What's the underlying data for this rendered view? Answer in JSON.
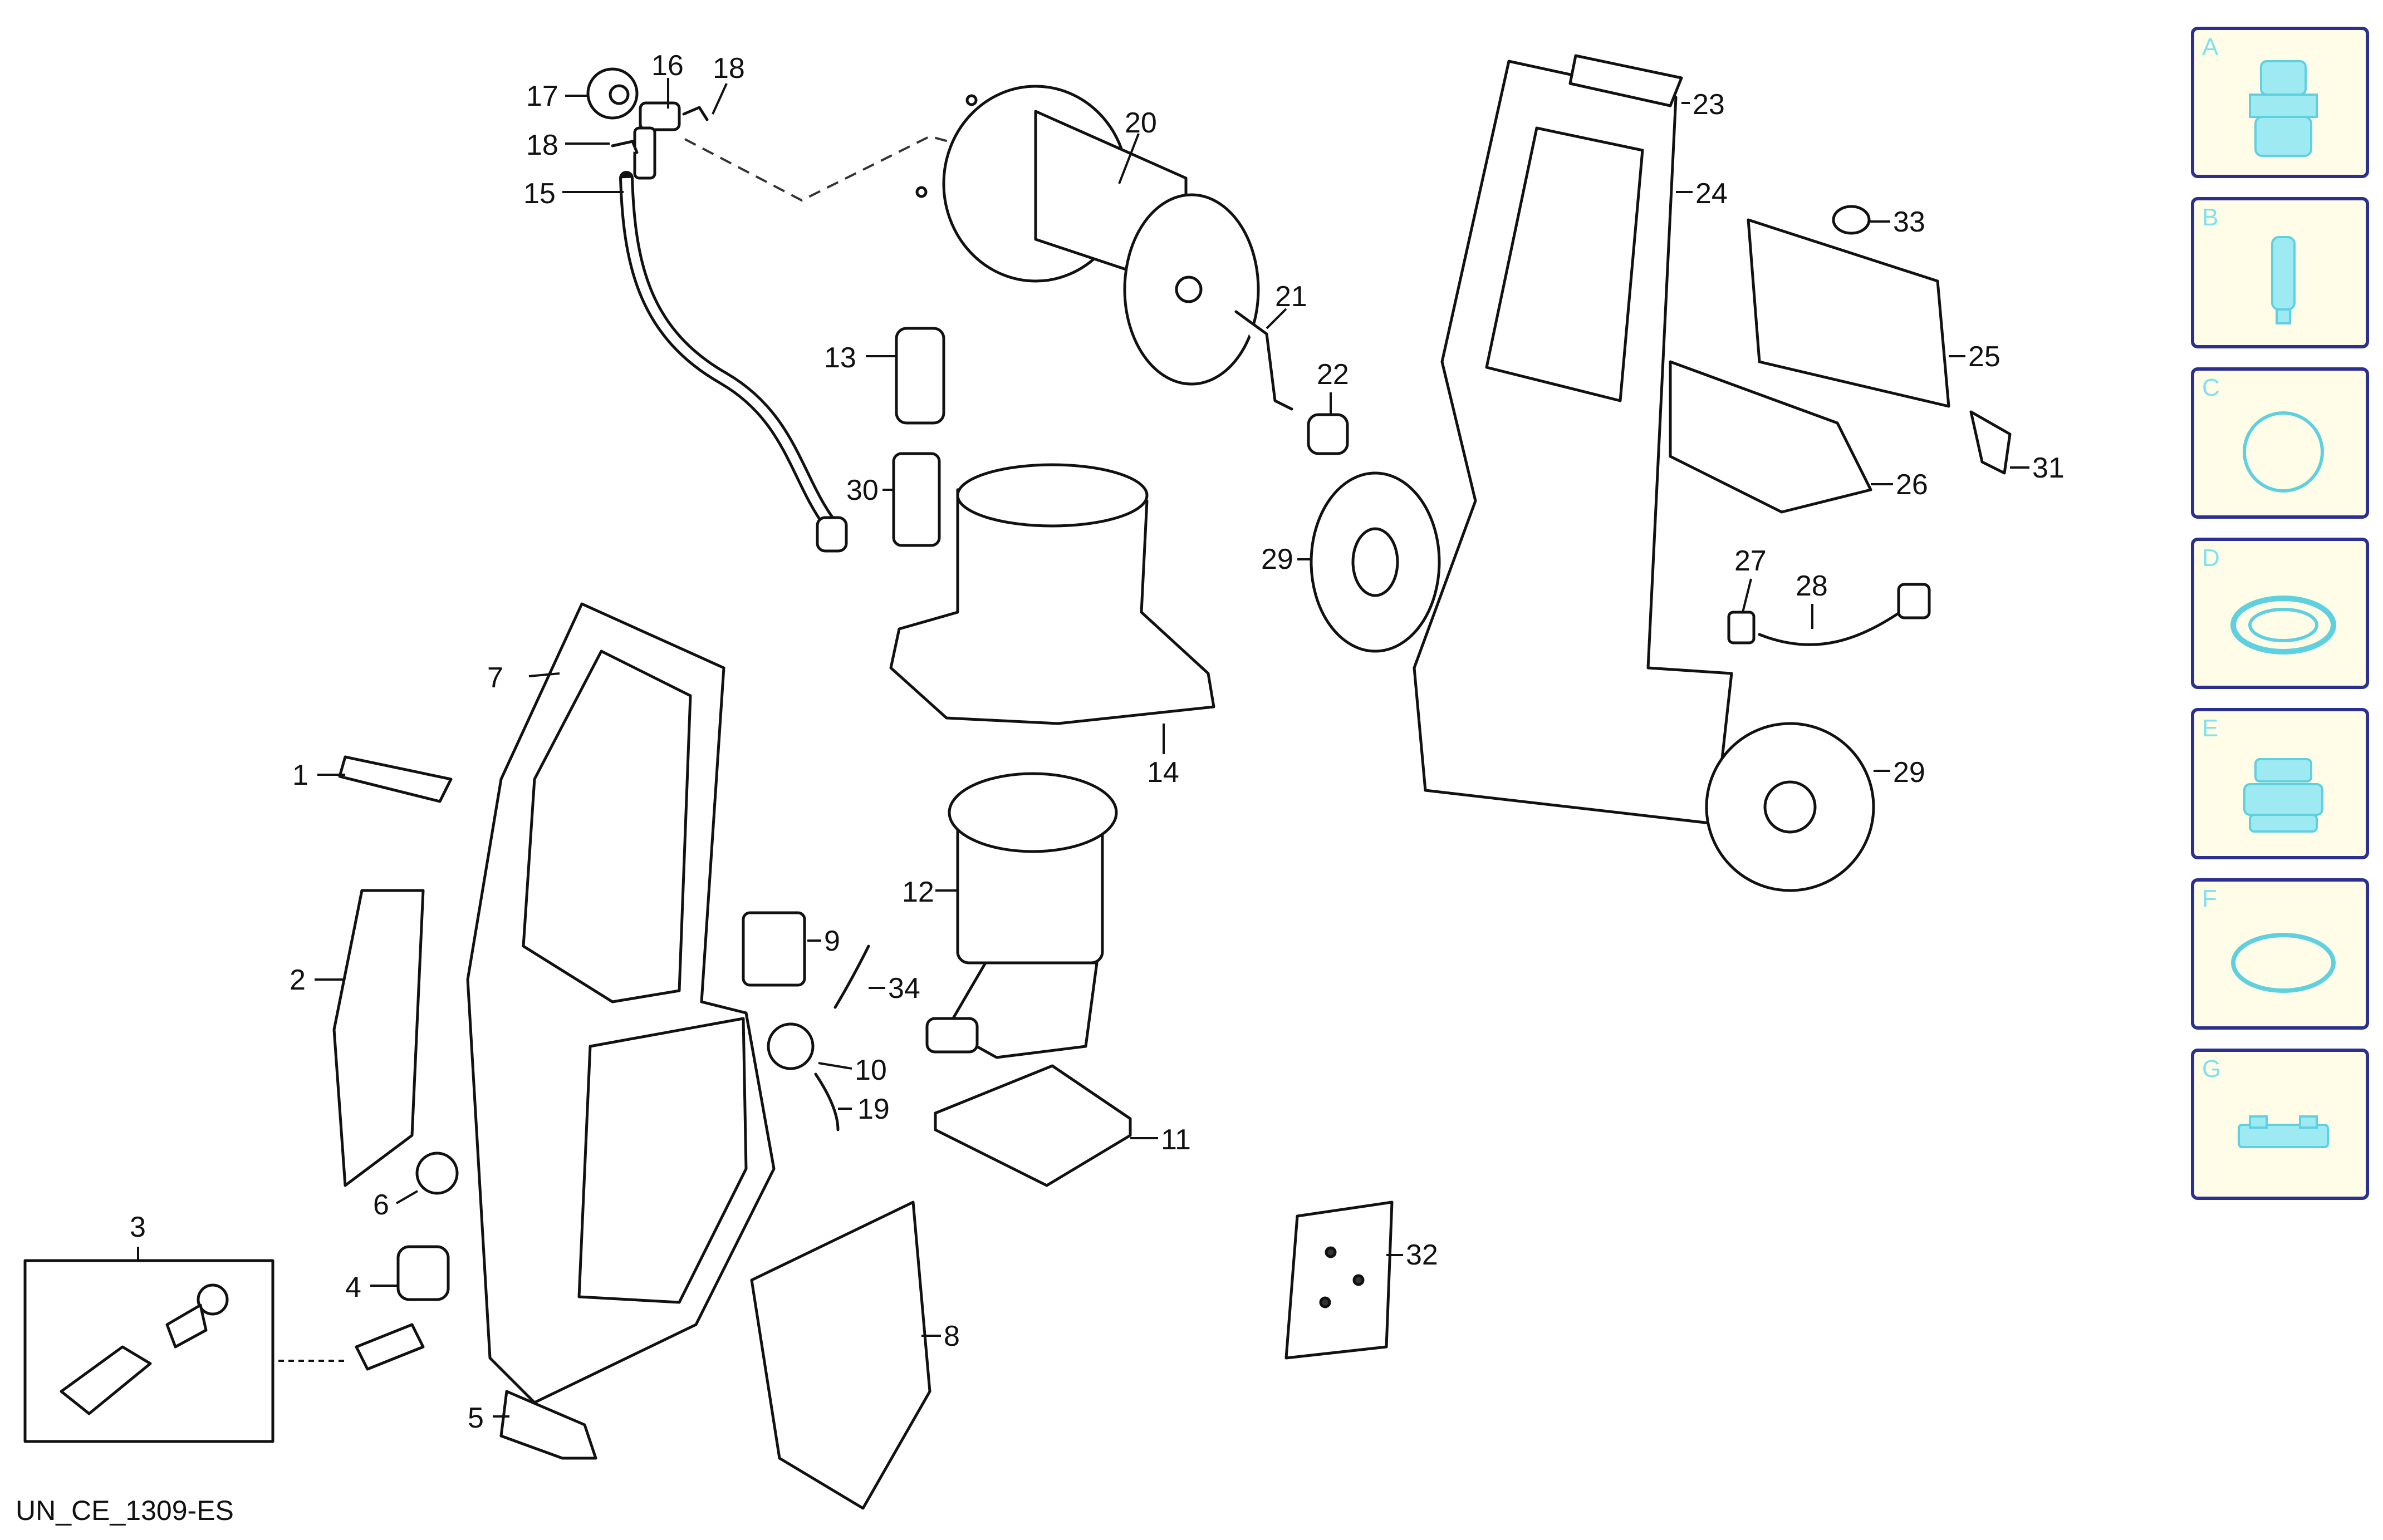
{
  "footer": {
    "code": "UN_CE_1309-ES"
  },
  "callouts": {
    "c1": "1",
    "c2": "2",
    "c3": "3",
    "c4": "4",
    "c5": "5",
    "c6": "6",
    "c7": "7",
    "c8": "8",
    "c9": "9",
    "c10": "10",
    "c11": "11",
    "c12": "12",
    "c13": "13",
    "c14": "14",
    "c15": "15",
    "c16": "16",
    "c17": "17",
    "c18a": "18",
    "c18b": "18",
    "c19": "19",
    "c20": "20",
    "c21": "21",
    "c22": "22",
    "c23": "23",
    "c24": "24",
    "c25": "25",
    "c26": "26",
    "c27": "27",
    "c28": "28",
    "c29a": "29",
    "c29b": "29",
    "c30": "30",
    "c31": "31",
    "c32": "32",
    "c33": "33",
    "c34": "34"
  },
  "legend": {
    "items": [
      {
        "letter": "A",
        "icon": "nozzle-coupling-icon"
      },
      {
        "letter": "B",
        "icon": "filter-cartridge-icon"
      },
      {
        "letter": "C",
        "icon": "o-ring-thin-icon"
      },
      {
        "letter": "D",
        "icon": "flat-seal-ring-icon"
      },
      {
        "letter": "E",
        "icon": "connector-body-icon"
      },
      {
        "letter": "F",
        "icon": "oval-gasket-icon"
      },
      {
        "letter": "G",
        "icon": "base-plate-icon"
      }
    ],
    "accent_color": "#5fd0e0",
    "border_color": "#2b2f8f",
    "card_background": "#fffde8"
  }
}
